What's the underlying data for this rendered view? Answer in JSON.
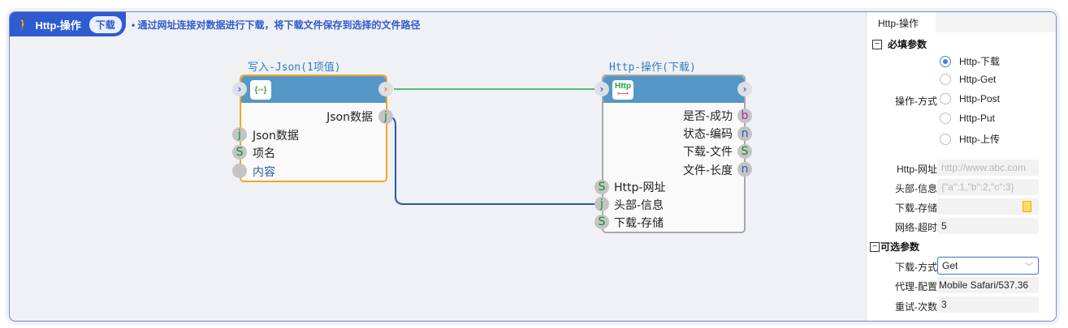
{
  "header": {
    "icon": "walker-icon",
    "title": "Http-操作",
    "badge": "下载",
    "description": "• 通过网址连接对数据进行下载，将下载文件保存到选择的文件路径"
  },
  "nodes": {
    "json_write": {
      "title": "写入-Json(1项值)",
      "outputs": [
        {
          "label": "Json数据",
          "type": "j"
        }
      ],
      "inputs": [
        {
          "label": "Json数据",
          "type": "j"
        },
        {
          "label": "项名",
          "type": "S"
        },
        {
          "label": "内容",
          "type": ""
        }
      ]
    },
    "http_op": {
      "title": "Http-操作(下载)",
      "icon_text": "Http",
      "outputs": [
        {
          "label": "是否-成功",
          "type": "b"
        },
        {
          "label": "状态-编码",
          "type": "n"
        },
        {
          "label": "下载-文件",
          "type": "S"
        },
        {
          "label": "文件-长度",
          "type": "n"
        }
      ],
      "inputs": [
        {
          "label": "Http-网址",
          "type": "S"
        },
        {
          "label": "头部-信息",
          "type": "j"
        },
        {
          "label": "下载-存储",
          "type": "S"
        }
      ]
    }
  },
  "panel": {
    "tab": "Http-操作",
    "required_section": "必填参数",
    "optional_section": "可选参数",
    "operation_label": "操作-方式",
    "operation_options": [
      "Http-下载",
      "Http-Get",
      "Http-Post",
      "Http-Put",
      "Http-上传"
    ],
    "operation_selected": "Http-下载",
    "fields": {
      "url_label": "Http-网址",
      "url_placeholder": "http://www.abc.com",
      "header_label": "头部-信息",
      "header_placeholder": "{\"a\":1,\"b\":2,\"c\":3}",
      "storage_label": "下载-存储",
      "storage_value": "",
      "timeout_label": "网络-超时",
      "timeout_value": "5",
      "method_label": "下载-方式",
      "method_value": "Get",
      "proxy_label": "代理-配置",
      "proxy_value": "Mobile Safari/537.36",
      "retry_label": "重试-次数",
      "retry_value": "3"
    }
  },
  "colors": {
    "accent": "#2f5bd0",
    "node_header": "#5597c6",
    "selected_node_border": "#f5a623",
    "flow_wire": "#4cbf7a",
    "data_wire": "#2c55a8"
  }
}
